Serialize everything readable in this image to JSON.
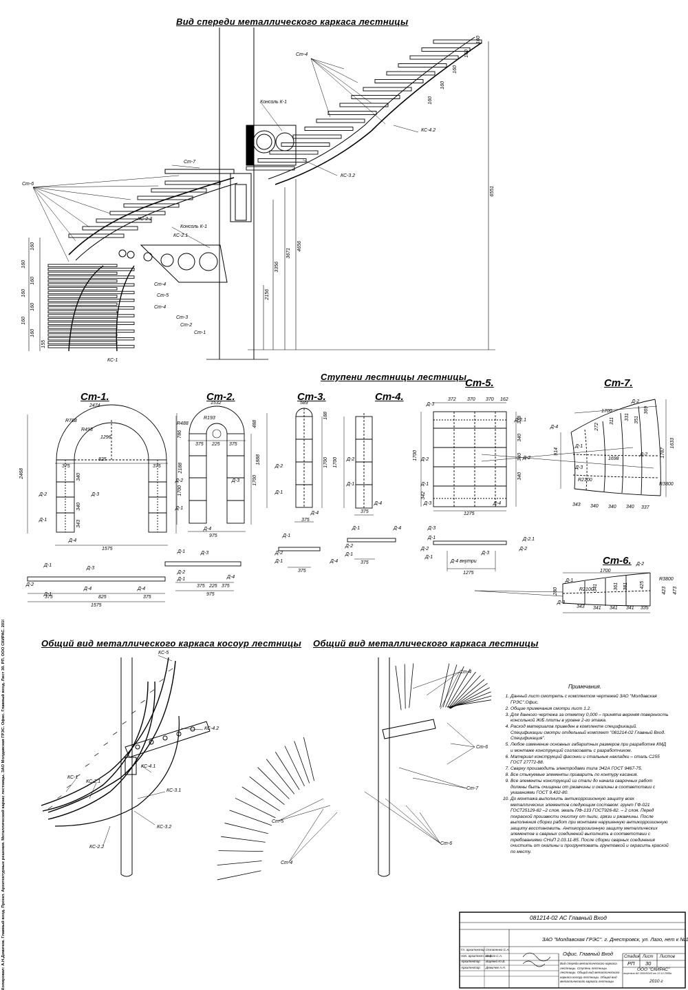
{
  "titles": {
    "front_view": "Вид спереди металлического каркаса лестницы",
    "steps": "Ступени лестницы лестницы",
    "stringer_view": "Общий вид металлического каркаса косоур лестницы",
    "general_view": "Общий вид металлического каркаса лестницы"
  },
  "step_titles": [
    "Ст-1.",
    "Ст-2.",
    "Ст-3.",
    "Ст-4.",
    "Ст-5.",
    "Ст-7.",
    "Ст-6."
  ],
  "front": {
    "labels": {
      "st4_top": "Ст-4",
      "konsol_k1_top": "Консоль К-1",
      "ks42": "КС-4.2",
      "ks32": "КС-3.2",
      "st7": "Ст-7",
      "st6": "Ст-6",
      "ks22": "КС-2.2",
      "konsol_k1": "Консоль К-1",
      "ks21": "КС-2.1",
      "st4a": "Ст-4",
      "st5": "Ст-5",
      "st4b": "Ст-4",
      "st3": "Ст-3",
      "st2": "Ст-2",
      "st1": "Ст-1",
      "ks1": "КС-1"
    },
    "dims_vertical": [
      "6551",
      "4656",
      "3671",
      "3356",
      "2156"
    ],
    "riser": "160",
    "riser_last": "155"
  },
  "st1": {
    "w": "1575",
    "h": "2468",
    "h2": "1700",
    "h3": "786",
    "r1": "R788",
    "r2": "R493",
    "c1": "2474",
    "c2": "1296",
    "d": [
      "375",
      "825",
      "375"
    ],
    "s": [
      "375",
      "340",
      "340",
      "343"
    ],
    "labels": [
      "Д-1",
      "Д-2",
      "Д-3",
      "Д-4"
    ]
  },
  "st2": {
    "w": "975",
    "h": "2188",
    "h2": "1700",
    "h3": "488",
    "r1": "R488",
    "r2": "R193",
    "c1": "1532",
    "d": [
      "375",
      "225",
      "375"
    ],
    "labels": [
      "Д-1",
      "Д-2",
      "Д-3",
      "Д-4"
    ]
  },
  "st3": {
    "h": "1888",
    "h2": "1700",
    "h3": "188",
    "c1": "589",
    "w": "375",
    "labels": [
      "Д-1",
      "Д-2",
      "Д-4"
    ]
  },
  "st4": {
    "h": "1700",
    "w": "375",
    "labels": [
      "Д-1",
      "Д-2",
      "Д-4"
    ]
  },
  "st5": {
    "top": [
      "372",
      "370",
      "370",
      "162"
    ],
    "w": "1275",
    "h": "1700",
    "s": [
      "338",
      "340",
      "340",
      "340",
      "342"
    ],
    "labels": [
      "Д-1",
      "Д-2",
      "Д-2.1",
      "Д-3",
      "Д-4"
    ],
    "d4v": "Д-4 внутри"
  },
  "st7": {
    "w": "1700",
    "h1": "914",
    "h2": "1633",
    "h3": "1787",
    "r": "R2100",
    "r2": "R3800",
    "len": "1698",
    "bottom": [
      "343",
      "340",
      "340",
      "340",
      "337"
    ],
    "top": [
      "272",
      "311",
      "331",
      "351",
      "369"
    ],
    "labels": [
      "Д-1",
      "Д-2",
      "Д-3",
      "Д-4"
    ]
  },
  "st6": {
    "w": "1700",
    "h1": "280",
    "h2": "423",
    "h3": "473",
    "r": "R2100",
    "r2": "R3800",
    "bottom": [
      "343",
      "341",
      "341",
      "341",
      "335"
    ],
    "top": [
      "341",
      "361",
      "381",
      "425"
    ],
    "labels": [
      "Д-1",
      "Д-2",
      "Д-3"
    ]
  },
  "stringer": {
    "labels": [
      "КС-5",
      "КС-4.2",
      "КС-4.1",
      "КС-1",
      "КС-2.1",
      "КС-3.1",
      "КС-3.2",
      "КС-2.2"
    ]
  },
  "general": {
    "labels": [
      "Ст-4",
      "Ст-6",
      "Ст-7",
      "Ст-6",
      "Ст-5",
      "Ст-4"
    ]
  },
  "notes": {
    "title": "Примечания.",
    "items": [
      "Данный лист смотреть с комплектом чертежей ЗАО \"Молдавская ГРЭС\".Офис.",
      "Общие примечания смотри лист 1.2.",
      "Для данного чертежа за отметку 0,000 – принята верхняя поверхность консольной Ж/Б плиты в уровне 2-го этажа.",
      "Расход материалов привeден в комплекте спецификаций. Спецификации смотри отдельный комплект \"081214-02 Главный Вход. Спецификация\".",
      "Любое изменение основных габаритных размеров при разработке КМД и монтаже конструкций согласовать с разработчиком.",
      "Материал конструкций фасонки и стальные накладки – сталь С255 ГОСТ 27772-88.",
      "Сварку производить электродами типа Э42А ГОСТ 9467-75.",
      "Все стыкуемые элементы приварить по контуру касания.",
      "Все элементы конструкций из стали до начала сварочных работ должны быть очищены от ржавчины и окалины в соответствии с указаниями ГОСТ 9.402-80.",
      "До монтажа выполнить антикоррозионную защиту всех металлических элементов следующим составом: грунт ГФ-021 ГОСТ25129-82 –2 слоя, эмаль ПФ-133 ГОСТ926-82. – 2 слоя. Перед покраской произвести очистку от пыли, грязи и ржавчины. После выполнения сборки работ при монтаже нарушенную антикоррозионную защиту восстановить. Антикоррозионную защиту металлических элементов и сварных соединений выполнить в соответствии с требованиями СНиП 2.03.11-85. После сборки сварных соединения очистить от окалины и прогрунтовать грунтовкой и окрасить краской по месту."
    ]
  },
  "titleblock": {
    "code": "081214-02 АС Главный Вход",
    "org": "ЗАО \"Молдавская ГРЭС\". г. Днестровск, ул. Лазо, нет к №1.",
    "object": "Офис. Главный Вход",
    "stage_h": "Стадия",
    "sheet_h": "Лист",
    "sheets_h": "Листов",
    "stage": "РП",
    "sheet": "30",
    "desc": "Вид спереди металлического каркаса лестницы. Ступени лестницы лестницы. Общий вид металлического каркаса косоур лестницы. Общий вид металлического каркаса лестницы",
    "company": "ООО \"СКИРАС\"",
    "year": "2010 г",
    "lic": "лицензия АО 1000/5343 от 22.12.2008г",
    "roles": [
      "Гл. архитектор",
      "Нач. архитект. отд",
      "Архитектор",
      "Архитектор"
    ],
    "names": [
      "Остапенко С.А.",
      "Сырга С.А.",
      "Ищенко Ю.В.",
      "Демичев А.Н."
    ]
  },
  "sideline": "Копировал: А.Н.Демичев. Главный вход. Проект. Архитектурные решения. Металлический каркас лестницы. ЗАО Молдавская ГРЭС. Офис. Главный вход. Лист 30. РП. ООО СКИРАС. 2010 г."
}
